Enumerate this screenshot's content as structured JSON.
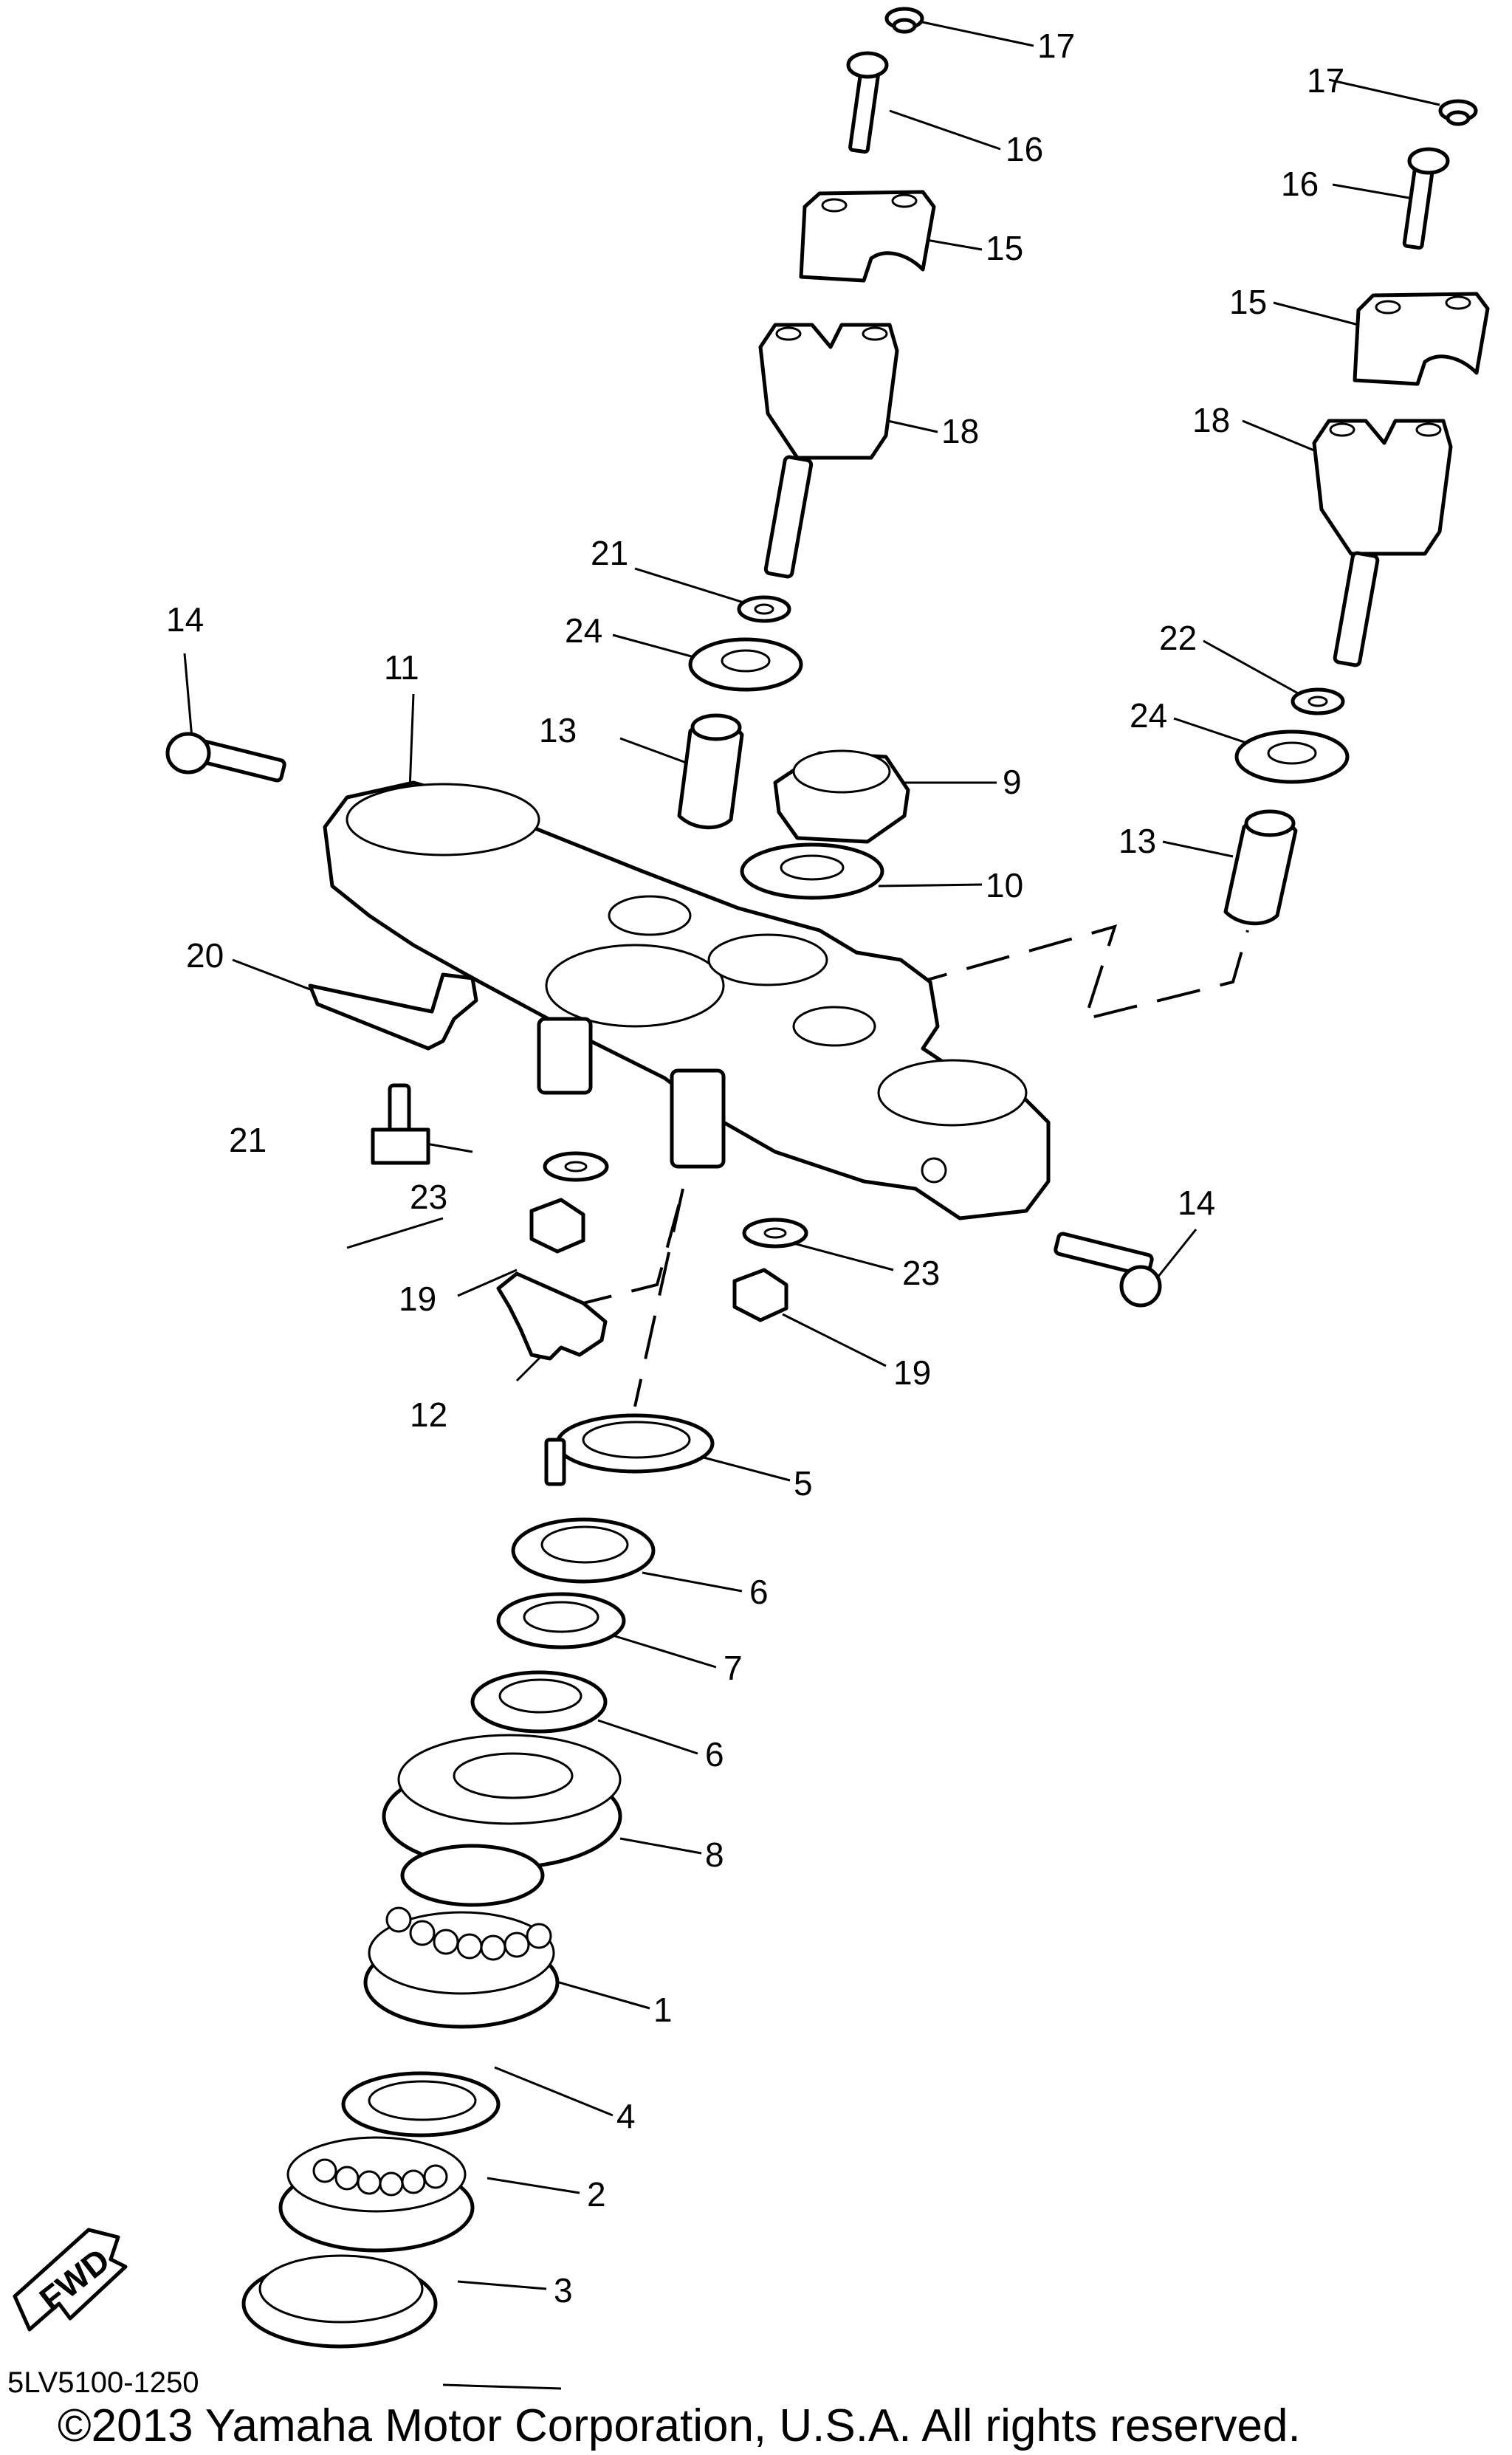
{
  "diagram_code": "5LV5100-1250",
  "copyright": "©2013 Yamaha Motor Corporation, U.S.A. All rights reserved.",
  "fwd_label": "FWD",
  "callouts": {
    "c1": "1",
    "c2": "2",
    "c3": "3",
    "c4": "4",
    "c5": "5",
    "c6a": "6",
    "c6b": "6",
    "c7": "7",
    "c8": "8",
    "c9": "9",
    "c10": "10",
    "c11": "11",
    "c12": "12",
    "c13a": "13",
    "c13b": "13",
    "c14a": "14",
    "c14b": "14",
    "c15a": "15",
    "c15b": "15",
    "c16a": "16",
    "c16b": "16",
    "c17a": "17",
    "c17b": "17",
    "c18a": "18",
    "c18b": "18",
    "c19a": "19",
    "c19b": "19",
    "c20": "20",
    "c21a": "21",
    "c21b": "21",
    "c22": "22",
    "c23a": "23",
    "c23b": "23",
    "c24a": "24",
    "c24b": "24"
  }
}
